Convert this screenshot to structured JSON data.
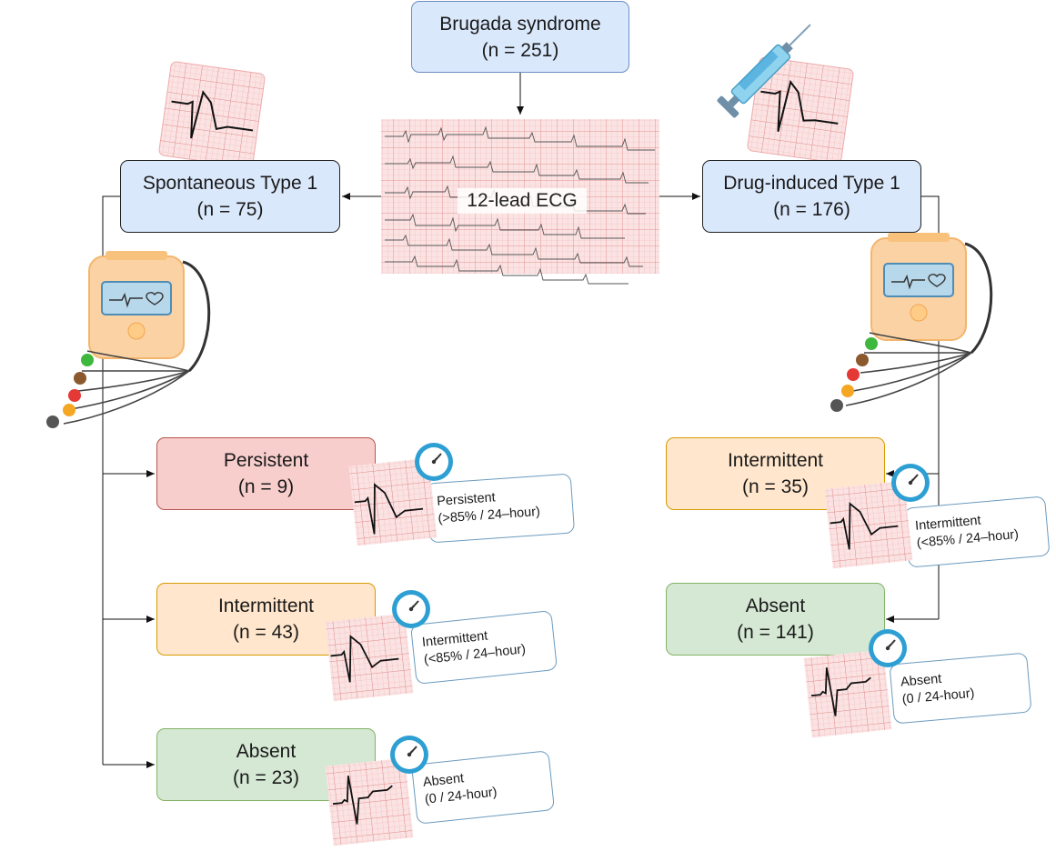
{
  "root": {
    "title": "Brugada syndrome",
    "count": "(n = 251)"
  },
  "ecg": {
    "label": "12-lead ECG"
  },
  "left": {
    "title": "Spontaneous Type 1",
    "count": "(n = 75)",
    "outcomes": [
      {
        "title": "Persistent",
        "count": "(n = 9)",
        "note1": "Persistent",
        "note2": "(>85% / 24–hour)"
      },
      {
        "title": "Intermittent",
        "count": "(n = 43)",
        "note1": "Intermittent",
        "note2": "(<85% / 24–hour)"
      },
      {
        "title": "Absent",
        "count": "(n = 23)",
        "note1": "Absent",
        "note2": "(0 / 24-hour)"
      }
    ]
  },
  "right": {
    "title": "Drug-induced Type 1",
    "count": "(n = 176)",
    "outcomes": [
      {
        "title": "Intermittent",
        "count": "(n = 35)",
        "note1": "Intermittent",
        "note2": "(<85% / 24–hour)"
      },
      {
        "title": "Absent",
        "count": "(n = 141)",
        "note1": "Absent",
        "note2": "(0 / 24-hour)"
      }
    ]
  },
  "icons": {
    "ecg_strip": "ecg-strip-icon",
    "syringe": "syringe-icon",
    "holter": "holter-monitor-icon",
    "clock": "clock-icon",
    "ecg_card": "ecg-card-icon"
  },
  "colors": {
    "blue_fill": "#dae8fc",
    "red_fill": "#f8cecc",
    "orange_fill": "#ffe6cc",
    "green_fill": "#d5e8d4",
    "ecg_paper": "#fbe3e3",
    "ecg_grid": "#e89a9a"
  }
}
